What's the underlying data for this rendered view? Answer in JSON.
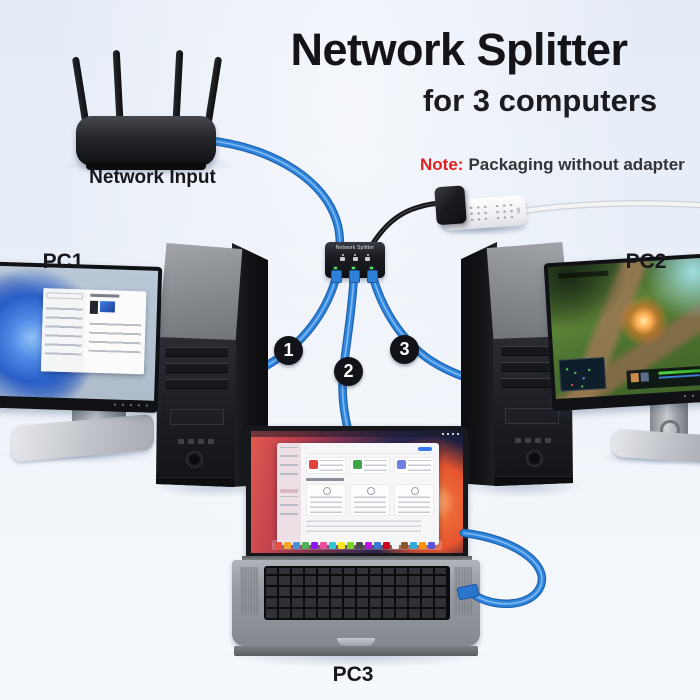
{
  "header": {
    "title": "Network Splitter",
    "subtitle": "for 3 computers"
  },
  "note": {
    "label": "Note:",
    "text": "Packaging without adapter"
  },
  "router": {
    "label": "Network Input"
  },
  "splitter": {
    "label": "Network Splitter"
  },
  "pcs": {
    "pc1": "PC1",
    "pc2": "PC2",
    "pc3": "PC3"
  },
  "badges": [
    "1",
    "2",
    "3"
  ],
  "colors": {
    "cable_blue": "#2f86de",
    "note_red": "#e01f1f",
    "badge_bg": "#121318",
    "background": "#e9eff8"
  }
}
